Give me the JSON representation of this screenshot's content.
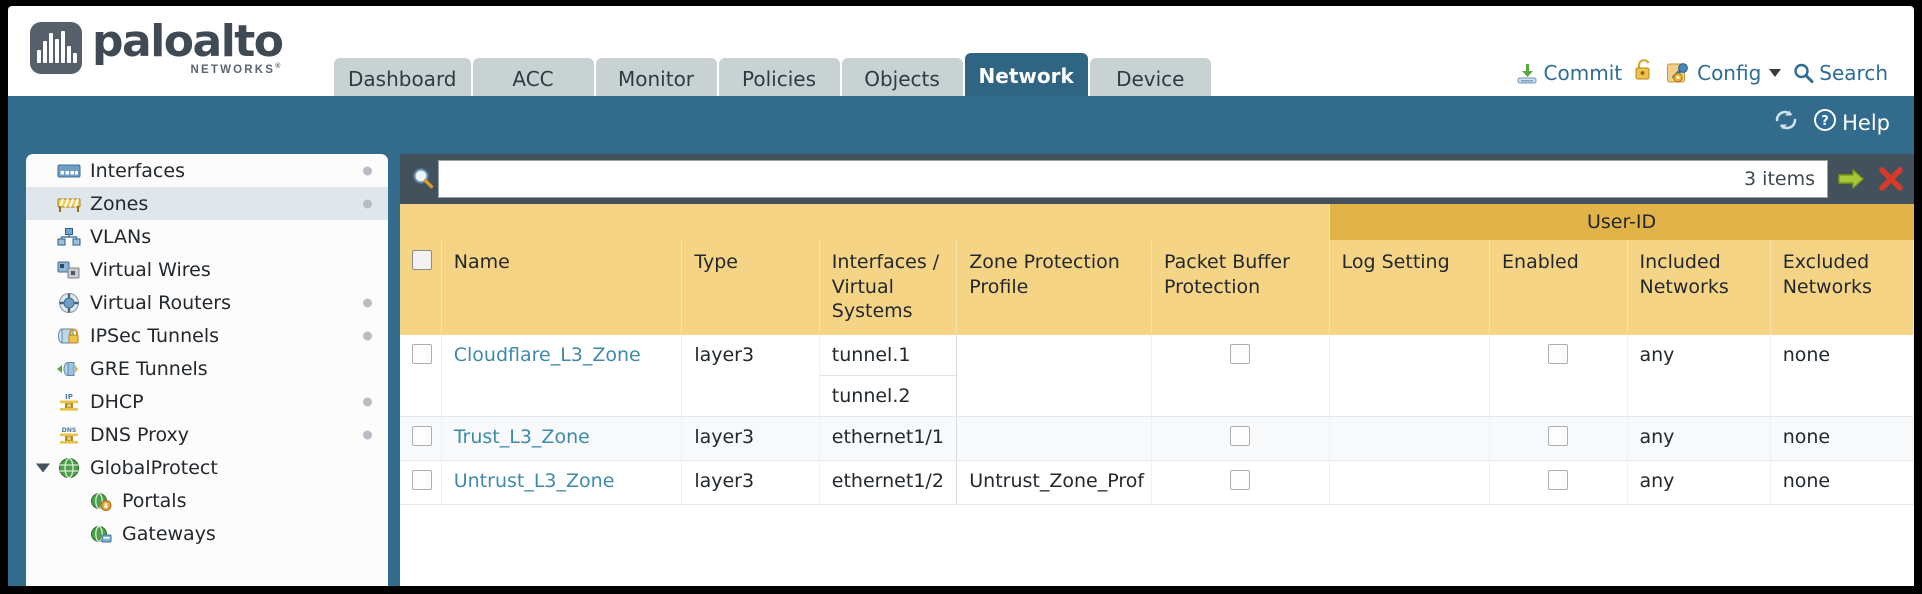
{
  "brand": {
    "name": "paloalto",
    "sub": "NETWORKS",
    "sup": "®"
  },
  "nav": {
    "tabs": [
      {
        "label": "Dashboard",
        "active": false
      },
      {
        "label": "ACC",
        "active": false
      },
      {
        "label": "Monitor",
        "active": false
      },
      {
        "label": "Policies",
        "active": false
      },
      {
        "label": "Objects",
        "active": false
      },
      {
        "label": "Network",
        "active": true
      },
      {
        "label": "Device",
        "active": false
      }
    ]
  },
  "top_actions": {
    "commit": "Commit",
    "config": "Config",
    "search": "Search",
    "lock_icon": "lock-icon",
    "commit_icon": "commit-icon",
    "config_icon": "config-icon",
    "search_icon": "search-icon"
  },
  "blue_bar": {
    "refresh_icon": "refresh-icon",
    "help": "Help",
    "help_icon": "help-icon"
  },
  "sidebar": {
    "items": [
      {
        "label": "Interfaces",
        "icon": "interfaces-icon",
        "selected": false,
        "dot": true,
        "child": false,
        "expander": false
      },
      {
        "label": "Zones",
        "icon": "zones-icon",
        "selected": true,
        "dot": true,
        "child": false,
        "expander": false
      },
      {
        "label": "VLANs",
        "icon": "vlans-icon",
        "selected": false,
        "dot": false,
        "child": false,
        "expander": false
      },
      {
        "label": "Virtual Wires",
        "icon": "virtual-wires-icon",
        "selected": false,
        "dot": false,
        "child": false,
        "expander": false
      },
      {
        "label": "Virtual Routers",
        "icon": "virtual-routers-icon",
        "selected": false,
        "dot": true,
        "child": false,
        "expander": false
      },
      {
        "label": "IPSec Tunnels",
        "icon": "ipsec-tunnels-icon",
        "selected": false,
        "dot": true,
        "child": false,
        "expander": false
      },
      {
        "label": "GRE Tunnels",
        "icon": "gre-tunnels-icon",
        "selected": false,
        "dot": false,
        "child": false,
        "expander": false
      },
      {
        "label": "DHCP",
        "icon": "dhcp-icon",
        "selected": false,
        "dot": true,
        "child": false,
        "expander": false
      },
      {
        "label": "DNS Proxy",
        "icon": "dns-proxy-icon",
        "selected": false,
        "dot": true,
        "child": false,
        "expander": false
      },
      {
        "label": "GlobalProtect",
        "icon": "globalprotect-icon",
        "selected": false,
        "dot": false,
        "child": false,
        "expander": true
      },
      {
        "label": "Portals",
        "icon": "portals-icon",
        "selected": false,
        "dot": false,
        "child": true,
        "expander": false
      },
      {
        "label": "Gateways",
        "icon": "gateways-icon",
        "selected": false,
        "dot": false,
        "child": true,
        "expander": false
      }
    ]
  },
  "search_bar": {
    "value": "",
    "placeholder": "",
    "items_count": "3 items",
    "magnifier_icon": "search-icon",
    "apply_icon": "apply-filter-icon",
    "clear_icon": "clear-filter-icon"
  },
  "table": {
    "group_header": "User-ID",
    "columns": [
      "Name",
      "Type",
      "Interfaces / Virtual Systems",
      "Zone Protection Profile",
      "Packet Buffer Protection",
      "Log Setting",
      "Enabled",
      "Included Networks",
      "Excluded Networks"
    ],
    "rows": [
      {
        "name": "Cloudflare_L3_Zone",
        "type": "layer3",
        "interfaces": [
          "tunnel.1",
          "tunnel.2"
        ],
        "zone_protection_profile": "",
        "packet_buffer_protection": false,
        "log_setting": "",
        "userid_enabled": false,
        "included_networks": "any",
        "excluded_networks": "none"
      },
      {
        "name": "Trust_L3_Zone",
        "type": "layer3",
        "interfaces": [
          "ethernet1/1"
        ],
        "zone_protection_profile": "",
        "packet_buffer_protection": false,
        "log_setting": "",
        "userid_enabled": false,
        "included_networks": "any",
        "excluded_networks": "none"
      },
      {
        "name": "Untrust_L3_Zone",
        "type": "layer3",
        "interfaces": [
          "ethernet1/2"
        ],
        "zone_protection_profile": "Untrust_Zone_Prof",
        "packet_buffer_protection": false,
        "log_setting": "",
        "userid_enabled": false,
        "included_networks": "any",
        "excluded_networks": "none"
      }
    ]
  },
  "colors": {
    "brand_dark": "#3f4a55",
    "active_tab": "#2f6483",
    "blue_band": "#336b8d",
    "table_header": "#f6d485",
    "userid_band": "#e2b349",
    "link": "#3f8aab"
  }
}
